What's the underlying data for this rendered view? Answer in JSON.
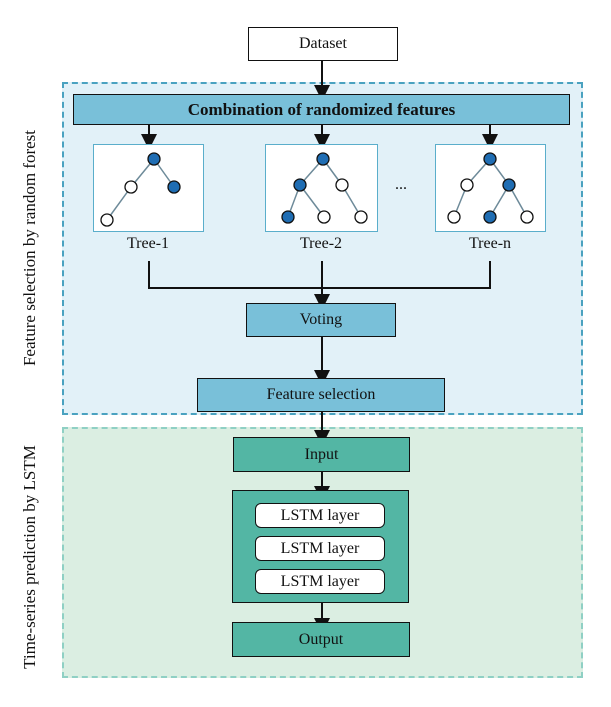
{
  "diagram": {
    "input_node": "Dataset",
    "groups": {
      "random_forest": {
        "label": "Feature selection by random forest",
        "combine_node": "Combination of randomized features",
        "trees": [
          {
            "label": "Tree-1"
          },
          {
            "label": "Tree-2"
          },
          {
            "label": "Tree-n"
          }
        ],
        "ellipsis": "...",
        "voting_node": "Voting",
        "selection_node": "Feature selection"
      },
      "lstm": {
        "label": "Time-series prediction by LSTM",
        "input_node": "Input",
        "layers": [
          "LSTM layer",
          "LSTM layer",
          "LSTM layer"
        ],
        "output_node": "Output"
      }
    },
    "colors": {
      "rf_fill": "#e2f1f8",
      "rf_border": "#4aa2c0",
      "rf_node": "#79c0d9",
      "lstm_fill": "#dbeee2",
      "lstm_border": "#8fd0c4",
      "lstm_node": "#53b6a4",
      "tree_node_filled": "#1f6db3"
    }
  }
}
